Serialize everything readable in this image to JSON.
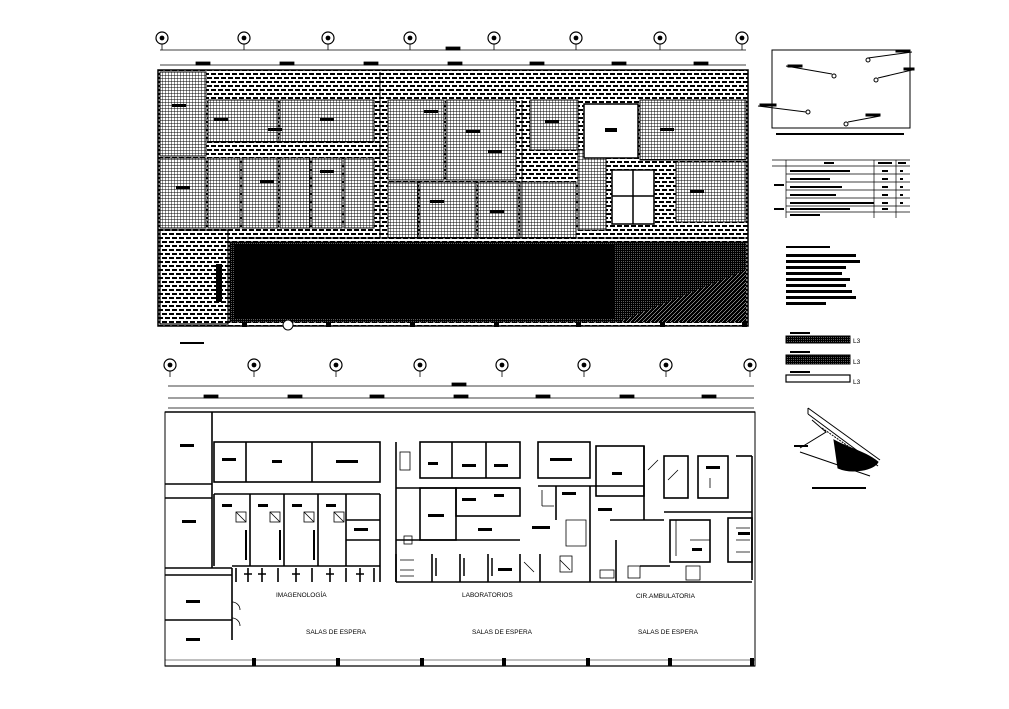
{
  "drawing": {
    "departments": [
      "IMAGENOLOGÍA",
      "LABORATORIOS",
      "CIR.AMBULATORIA"
    ],
    "waiting_rooms": [
      "SALAS DE ESPERA",
      "SALAS DE ESPERA",
      "SALAS DE ESPERA"
    ],
    "section_marks": [
      "L3",
      "L3",
      "L3"
    ]
  }
}
